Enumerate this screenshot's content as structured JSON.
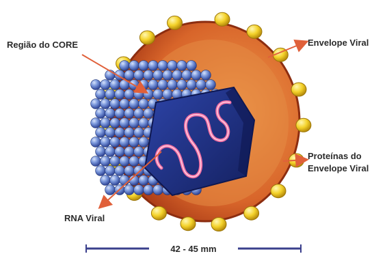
{
  "labels": {
    "core_region": "Região do CORE",
    "viral_envelope": "Envelope Viral",
    "envelope_proteins_line1": "Proteínas do",
    "envelope_proteins_line2": "Envelope Viral",
    "viral_rna": "RNA Viral"
  },
  "scale_bar": {
    "text": "42 - 45 mm"
  },
  "colors": {
    "envelope_outer": "#c0481c",
    "envelope_inner": "#e07836",
    "protein_spike": "#f2d12a",
    "core_sphere": "#6f8fd8",
    "core_sphere_highlight": "#c9d8f6",
    "nucleocapsid": "#1f2f8a",
    "rna_strand": "#f06fa3",
    "arrow": "#e0603a",
    "scale_bar": "#3a3f8c"
  }
}
